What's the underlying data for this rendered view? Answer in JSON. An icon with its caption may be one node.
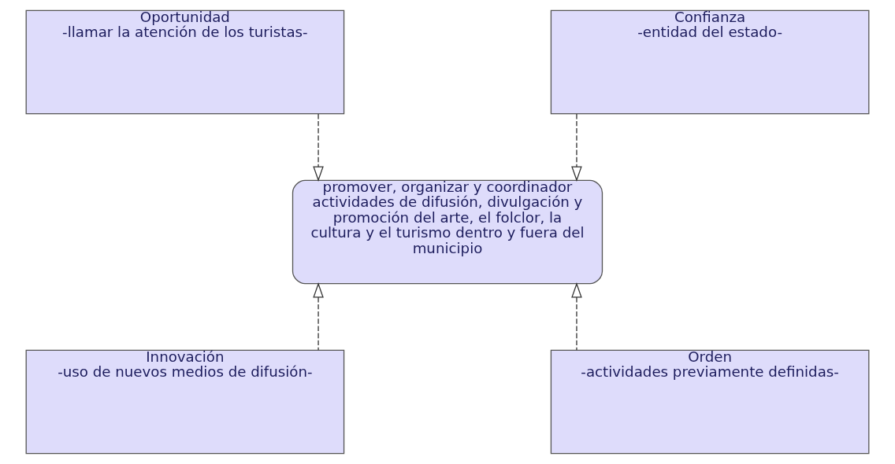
{
  "diagram": {
    "nodes": [
      {
        "text": [
          "Oportunidad",
          "-llamar la atención de los turistas-"
        ]
      },
      {
        "text": [
          "Confianza",
          "-entidad del estado-"
        ]
      },
      {
        "text": [
          "promover, organizar y coordinador actividades de difusión, divulgación y promoción del arte, el folclor, la cultura y el turismo dentro y fuera del municipio"
        ]
      },
      {
        "text": [
          "Innovación",
          "-uso de nuevos medios de difusión-"
        ]
      },
      {
        "text": [
          "Orden",
          "-actividades previamente definidas-"
        ]
      }
    ],
    "edges": [
      {
        "from": 0,
        "to": 2,
        "arrow": "to",
        "style": "dashed"
      },
      {
        "from": 1,
        "to": 2,
        "arrow": "to",
        "style": "dashed"
      },
      {
        "from": 3,
        "to": 2,
        "arrow": "to",
        "style": "dashed"
      },
      {
        "from": 4,
        "to": 2,
        "arrow": "to",
        "style": "dashed"
      }
    ]
  }
}
